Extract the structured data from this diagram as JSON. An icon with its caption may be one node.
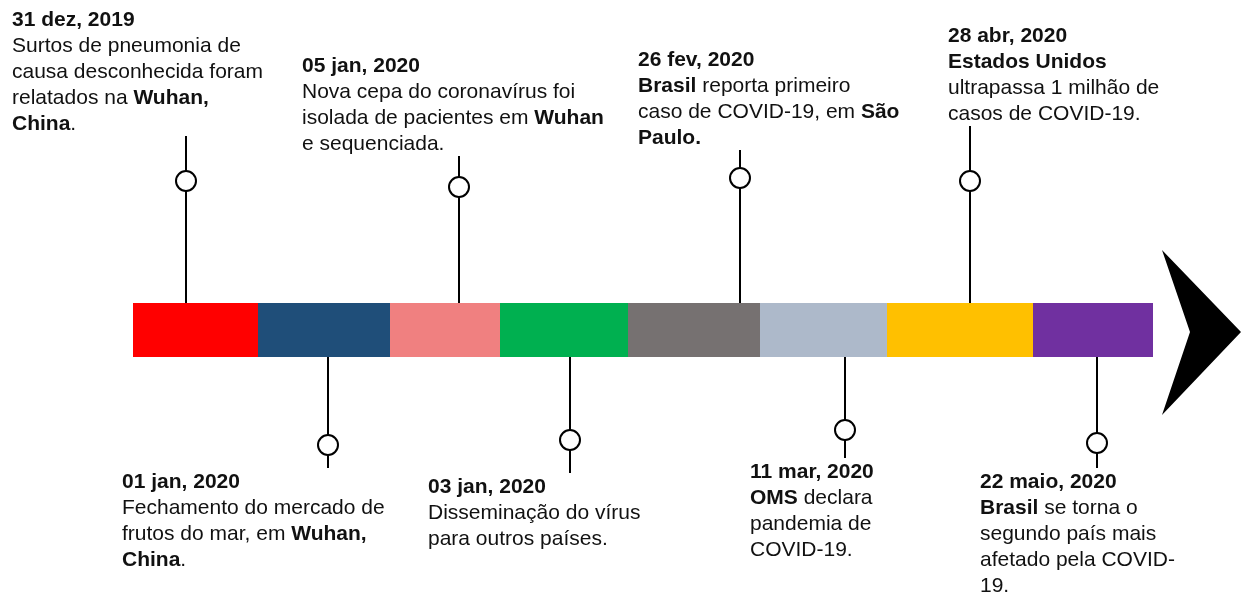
{
  "diagram": {
    "nodes": [
      {
        "text": [
          "31 dez, 2019",
          "Surtos de pneumonia de causa desconhecida foram relatados na **Wuhan, China**."
        ]
      },
      {
        "text": [
          "01 jan, 2020",
          "Fechamento do mercado de frutos do mar, em **Wuhan, China**."
        ]
      },
      {
        "text": [
          "05 jan, 2020",
          "Nova cepa do coronavírus foi isolada de pacientes em **Wuhan** e sequenciada."
        ]
      },
      {
        "text": [
          "03 jan, 2020",
          "Disseminação do vírus para outros países."
        ]
      },
      {
        "text": [
          "26 fev, 2020",
          "**Brasil** reporta primeiro caso de COVID-19, em **São Paulo.**"
        ]
      },
      {
        "text": [
          "11 mar, 2020",
          "**OMS** declara pandemia de COVID-19."
        ]
      },
      {
        "text": [
          "28 abr, 2020",
          "**Estados Unidos** ultrapassa 1 milhão de casos de COVID-19."
        ]
      },
      {
        "text": [
          "22 maio, 2020",
          "**Brasil** se torna o segundo país mais afetado pela COVID-19."
        ]
      },
      {
        "text": [],
        "shape": "bar"
      },
      {
        "text": [],
        "shape": "bar"
      },
      {
        "text": [],
        "shape": "bar"
      },
      {
        "text": [],
        "shape": "bar"
      },
      {
        "text": [],
        "shape": "bar"
      },
      {
        "text": [],
        "shape": "bar"
      },
      {
        "text": [],
        "shape": "bar"
      },
      {
        "text": [],
        "shape": "bar"
      }
    ],
    "edges": [
      {
        "from": 0,
        "to": 8,
        "arrow": "other"
      },
      {
        "from": 1,
        "to": 9,
        "arrow": "other"
      },
      {
        "from": 2,
        "to": 10,
        "arrow": "other"
      },
      {
        "from": 3,
        "to": 11,
        "arrow": "other"
      },
      {
        "from": 4,
        "to": 12,
        "arrow": "other"
      },
      {
        "from": 5,
        "to": 13,
        "arrow": "other"
      },
      {
        "from": 6,
        "to": 14,
        "arrow": "other"
      },
      {
        "from": 7,
        "to": 15,
        "arrow": "other"
      }
    ]
  }
}
